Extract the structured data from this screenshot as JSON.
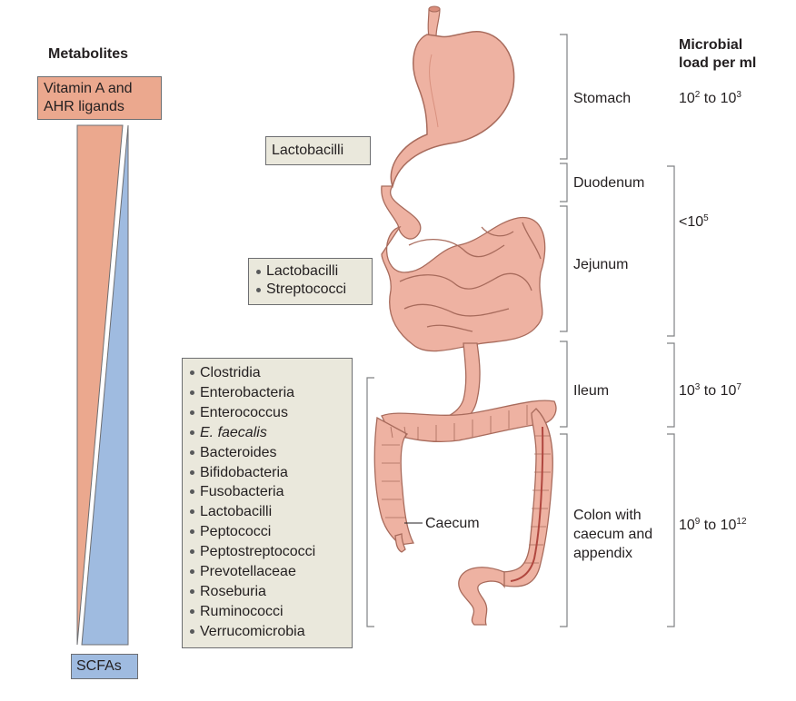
{
  "metabolites": {
    "title": "Metabolites",
    "top_label": "Vitamin A and AHR ligands",
    "bottom_label": "SCFAs",
    "colors": {
      "top": "#eba88e",
      "bottom": "#9fbbe0"
    }
  },
  "load_header": {
    "line1": "Microbial",
    "line2": "load per ml"
  },
  "regions": [
    {
      "name": "Stomach"
    },
    {
      "name": "Duodenum"
    },
    {
      "name": "Jejunum"
    },
    {
      "name": "Ileum"
    },
    {
      "name": "Colon with caecum and appendix",
      "lines": [
        "Colon with",
        "caecum and",
        "appendix"
      ]
    }
  ],
  "loads": [
    {
      "base1": "10",
      "exp1": "2",
      "sep": " to ",
      "base2": "10",
      "exp2": "3"
    },
    {
      "prefix": "<10",
      "exp": "5"
    },
    {
      "base1": "10",
      "exp1": "3",
      "sep": " to ",
      "base2": "10",
      "exp2": "7"
    },
    {
      "base1": "10",
      "exp1": "9",
      "sep": " to ",
      "base2": "10",
      "exp2": "12"
    }
  ],
  "caecum_label": "Caecum",
  "microbes": {
    "stomach": [
      "Lactobacilli"
    ],
    "small_intestine": [
      "Lactobacilli",
      "Streptococci"
    ],
    "colon": [
      "Clostridia",
      "Enterobacteria",
      "Enterococcus",
      "E. faecalis",
      "Bacteroides",
      "Bifidobacteria",
      "Fusobacteria",
      "Lactobacilli",
      "Peptococci",
      "Peptostreptococci",
      "Prevotellaceae",
      "Roseburia",
      "Ruminococci",
      "Verrucomicrobia"
    ]
  },
  "colors": {
    "intestine_fill": "#eeb2a2",
    "intestine_stroke": "#a86b5c",
    "box_fill": "#eae8dc",
    "bracket": "#808285"
  }
}
